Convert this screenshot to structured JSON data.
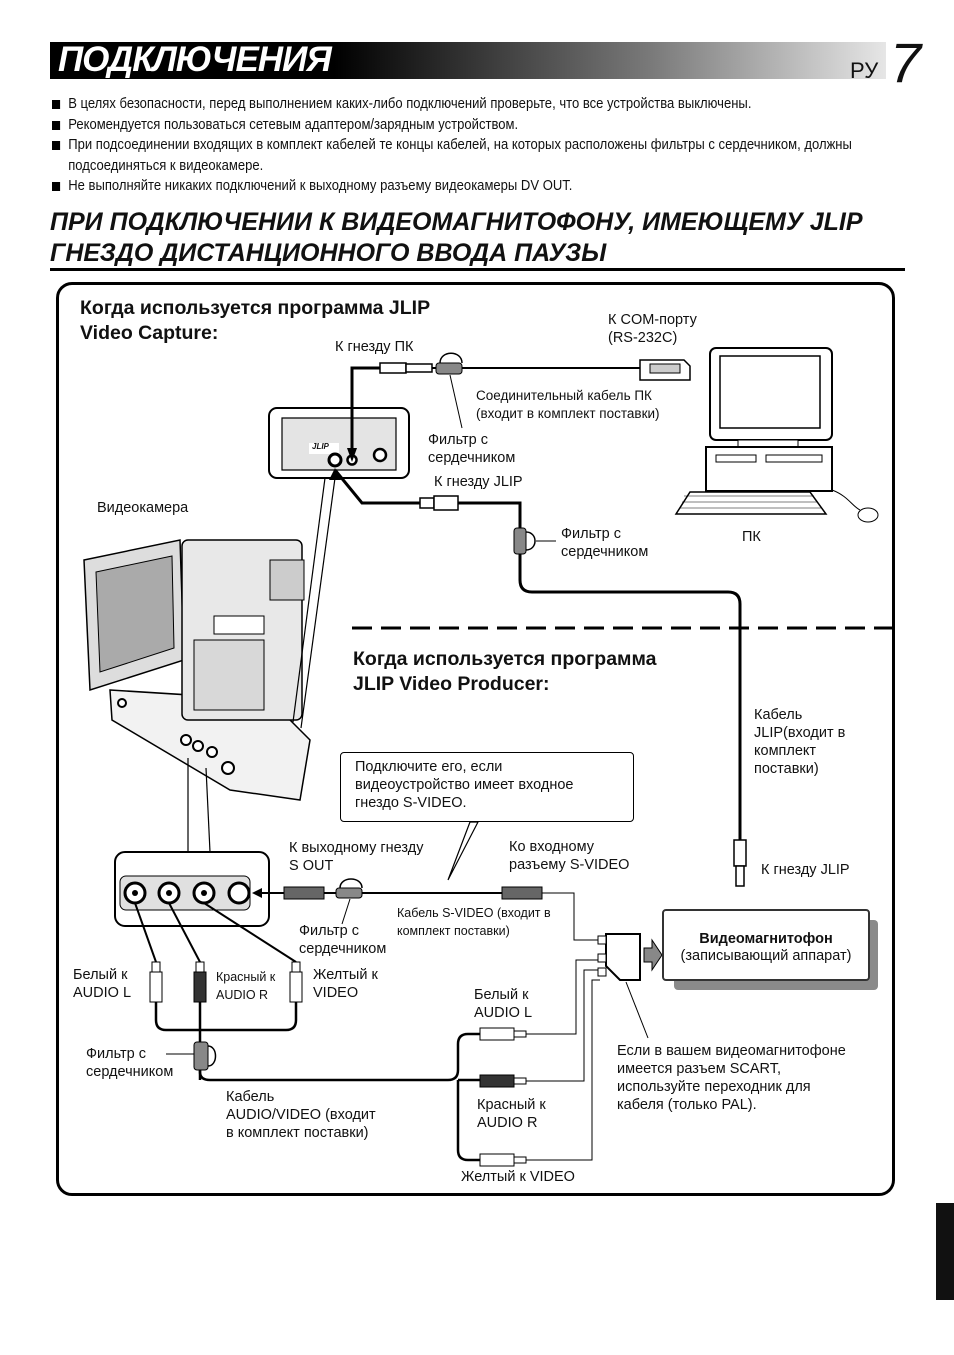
{
  "header": {
    "title": "ПОДКЛЮЧЕНИЯ",
    "lang": "РУ",
    "page_number": "7"
  },
  "bullets": [
    "В целях безопасности, перед выполнением каких-либо подключений проверьте, что все устройства выключены.",
    "Рекомендуется пользоваться сетевым адаптером/зарядным устройством.",
    "При подсоединении входящих в комплект кабелей те концы кабелей, на которых расположены фильтры с сердечником, должны подсоединяться к видеокамере.",
    "Не выполняйте никаких подключений к выходному разъему видеокамеры DV OUT."
  ],
  "section_title": "ПРИ ПОДКЛЮЧЕНИИ К ВИДЕОМАГНИТОФОНУ, ИМЕЮЩЕМУ JLIP ГНЕЗДО ДИСТАНЦИОННОГО ВВОДА ПАУЗЫ",
  "diagram": {
    "heading_capture": "Когда используется программа JLIP\nVideo Capture:",
    "heading_producer": "Когда используется программа\nJLIP Video Producer:",
    "jlip_logo": "JLIP",
    "labels": {
      "to_pc_jack": "К гнезду ПК",
      "to_com_port": "К COM-порту\n(RS-232C)",
      "pc_cable": "Соединительный кабель ПК\n(входит в комплект поставки)",
      "core_filter_1": "Фильтр с\nсердечником",
      "to_jlip_jack_top": "К гнезду JLIP",
      "camcorder": "Видеокамера",
      "core_filter_2": "Фильтр с\nсердечником",
      "pc": "ПК",
      "jlip_cable": "Кабель\nJLIP(входит в\nкомплект\nпоставки)",
      "note": "Подключите его, если\nвидеоустройство имеет входное\nгнездо S-VIDEO.",
      "to_s_out": "К выходному гнезду\nS OUT",
      "to_s_video_in": "Ко входному\nразъему S-VIDEO",
      "to_jlip_jack_bottom": "К гнезду JLIP",
      "s_video_cable": "Кабель S-VIDEO (входит в\nкомплект поставки)",
      "core_filter_3": "Фильтр с\nсердечником",
      "vcr_title": "Видеомагнитофон",
      "vcr_sub": "(записывающий аппарат)",
      "white_audio_l_left": "Белый к\nAUDIO L",
      "red_audio_r_left": "Красный к\nAUDIO R",
      "yellow_video_left": "Желтый к\nVIDEO",
      "white_audio_l_right": "Белый к\nAUDIO L",
      "core_filter_4": "Фильтр с\nсердечником",
      "scart_note": "Если в вашем видеомагнитофоне\nимеется разъем SCART,\nиспользуйте переходник для\nкабеля (только PAL).",
      "av_cable": "Кабель\nAUDIO/VIDEO (входит\nв комплект поставки)",
      "red_audio_r_right": "Красный к\nAUDIO R",
      "yellow_video_right": "Желтый к VIDEO"
    }
  }
}
